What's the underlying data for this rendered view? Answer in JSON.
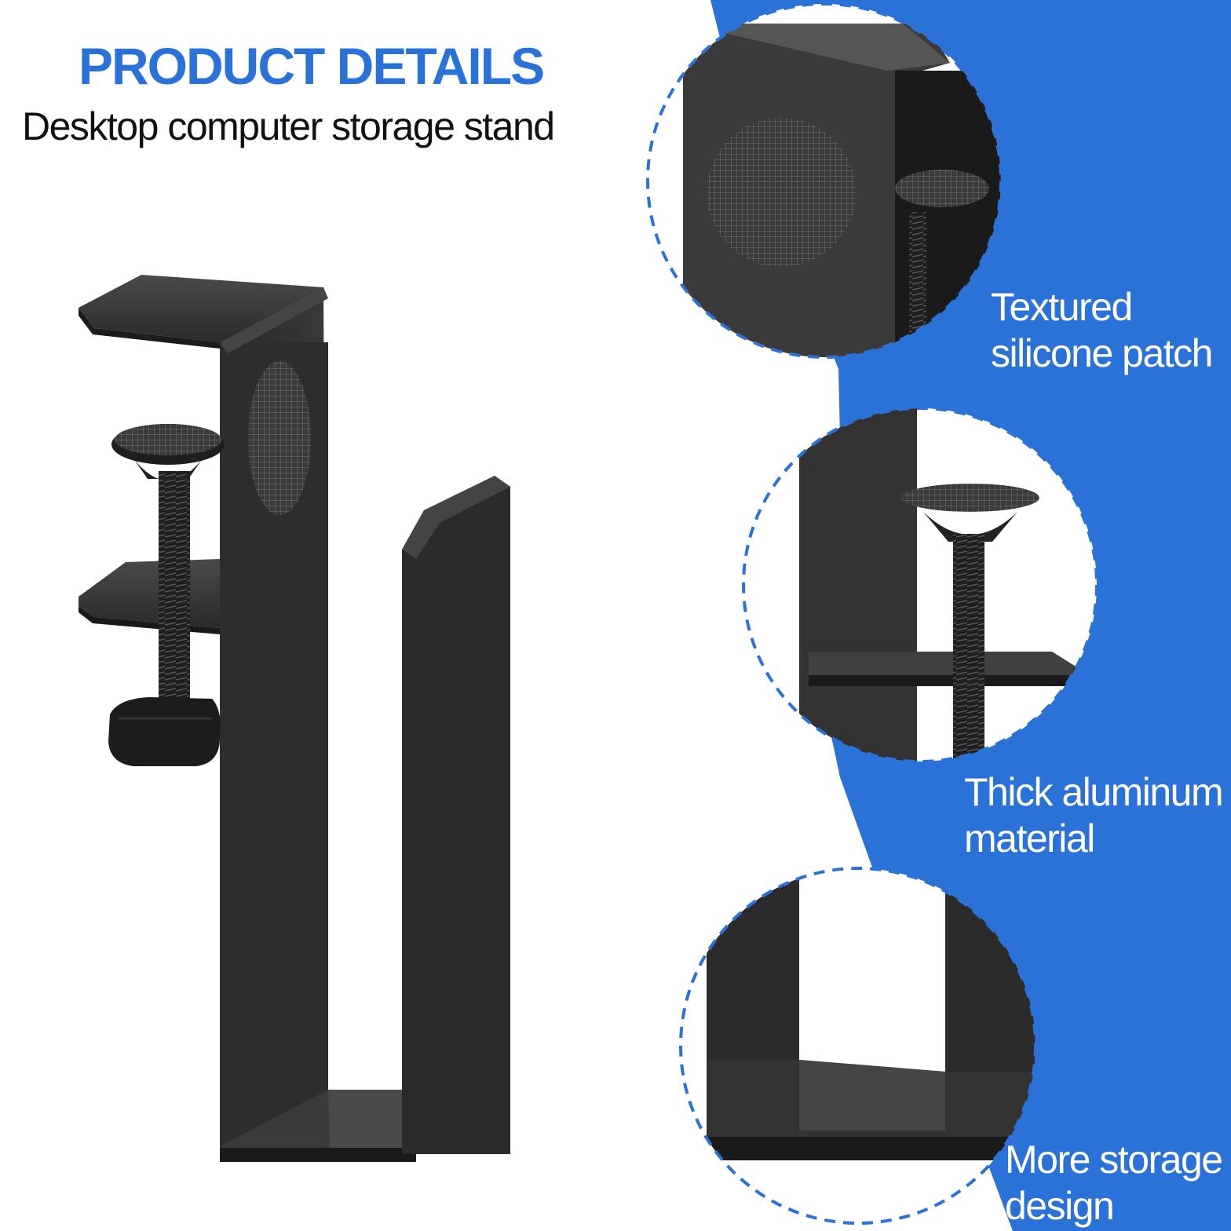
{
  "header": {
    "title": "PRODUCT DETAILS",
    "subtitle": "Desktop computer storage stand"
  },
  "features": [
    {
      "line1": "Textured",
      "line2": "silicone patch",
      "icon": "mesh-pad-detail"
    },
    {
      "line1": "Thick aluminum",
      "line2": "material",
      "icon": "clamp-screw-detail"
    },
    {
      "line1": "More storage",
      "line2": "design",
      "icon": "u-slot-detail"
    }
  ],
  "colors": {
    "accent_blue": "#2a71d8",
    "product_black": "#2b2b2b",
    "text_dark": "#111111",
    "background": "#ffffff"
  }
}
